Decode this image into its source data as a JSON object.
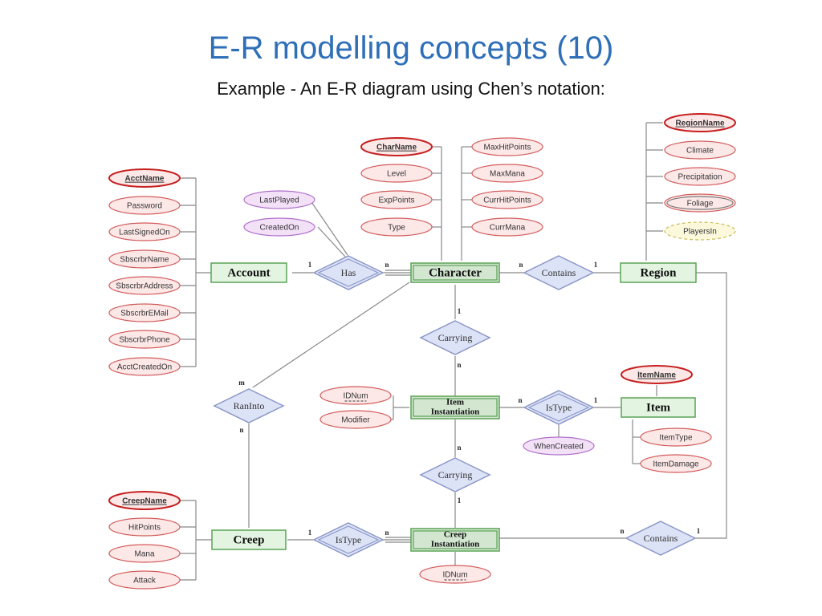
{
  "slide": {
    "title": "E-R modelling concepts (10)",
    "subtitle": "Example - An E-R diagram using Chen’s notation:"
  },
  "colors": {
    "title": "#2e6fb8",
    "entity_fill": "#e3f4e1",
    "entity_border": "#5aa456",
    "relationship_fill": "#dde3f6",
    "relationship_border": "#8b97c8",
    "attribute_fill": "#fde8e8",
    "attribute_border": "#d35b5b",
    "key_attribute_border": "#c61f1f",
    "timestamp_attribute_fill": "#f3e1f8",
    "timestamp_attribute_border": "#b06fca",
    "derived_attribute_fill": "#fbf8dc",
    "derived_attribute_border": "#c9be59",
    "line": "#888888"
  },
  "diagram": {
    "entities": {
      "account": "Account",
      "character": "Character",
      "region": "Region",
      "item_instantiation": [
        "Item",
        "Instantiation"
      ],
      "item": "Item",
      "creep": "Creep",
      "creep_instantiation": [
        "Creep",
        "Instantiation"
      ]
    },
    "relationships": {
      "has": "Has",
      "contains_region": "Contains",
      "carrying_character": "Carrying",
      "ran_into": "RanInto",
      "is_type_item": "IsType",
      "carrying_item": "Carrying",
      "is_type_creep": "IsType",
      "contains_creep": "Contains"
    },
    "attributes": {
      "account": [
        "AcctName",
        "Password",
        "LastSignedOn",
        "SbscrbrName",
        "SbscrbrAddress",
        "SbscrbrEMail",
        "SbscrbrPhone",
        "AcctCreatedOn"
      ],
      "has": [
        "LastPlayed",
        "CreatedOn"
      ],
      "character_left": [
        "CharName",
        "Level",
        "ExpPoints",
        "Type"
      ],
      "character_right": [
        "MaxHitPoints",
        "MaxMana",
        "CurrHitPoints",
        "CurrMana"
      ],
      "region": [
        "RegionName",
        "Climate",
        "Precipitation",
        "Foliage",
        "PlayersIn"
      ],
      "item_instantiation": [
        "IDNum",
        "Modifier"
      ],
      "is_type_item": [
        "WhenCreated"
      ],
      "item": [
        "ItemName",
        "ItemType",
        "ItemDamage"
      ],
      "creep": [
        "CreepName",
        "HitPoints",
        "Mana",
        "Attack"
      ],
      "creep_instantiation": [
        "IDNum"
      ]
    },
    "cardinalities": {
      "account_has": "1",
      "has_character": "n",
      "character_contains": "n",
      "contains_region": "1",
      "character_carrying": "1",
      "carrying_iteminst": "n",
      "character_raninto": "m",
      "raninto_creep": "n",
      "iteminst_istype": "n",
      "istype_item": "1",
      "iteminst_carrying": "n",
      "carrying_creepinst": "1",
      "creep_istype": "1",
      "istype_creepinst": "n",
      "creepinst_contains": "n",
      "contains_region2": "1"
    }
  }
}
